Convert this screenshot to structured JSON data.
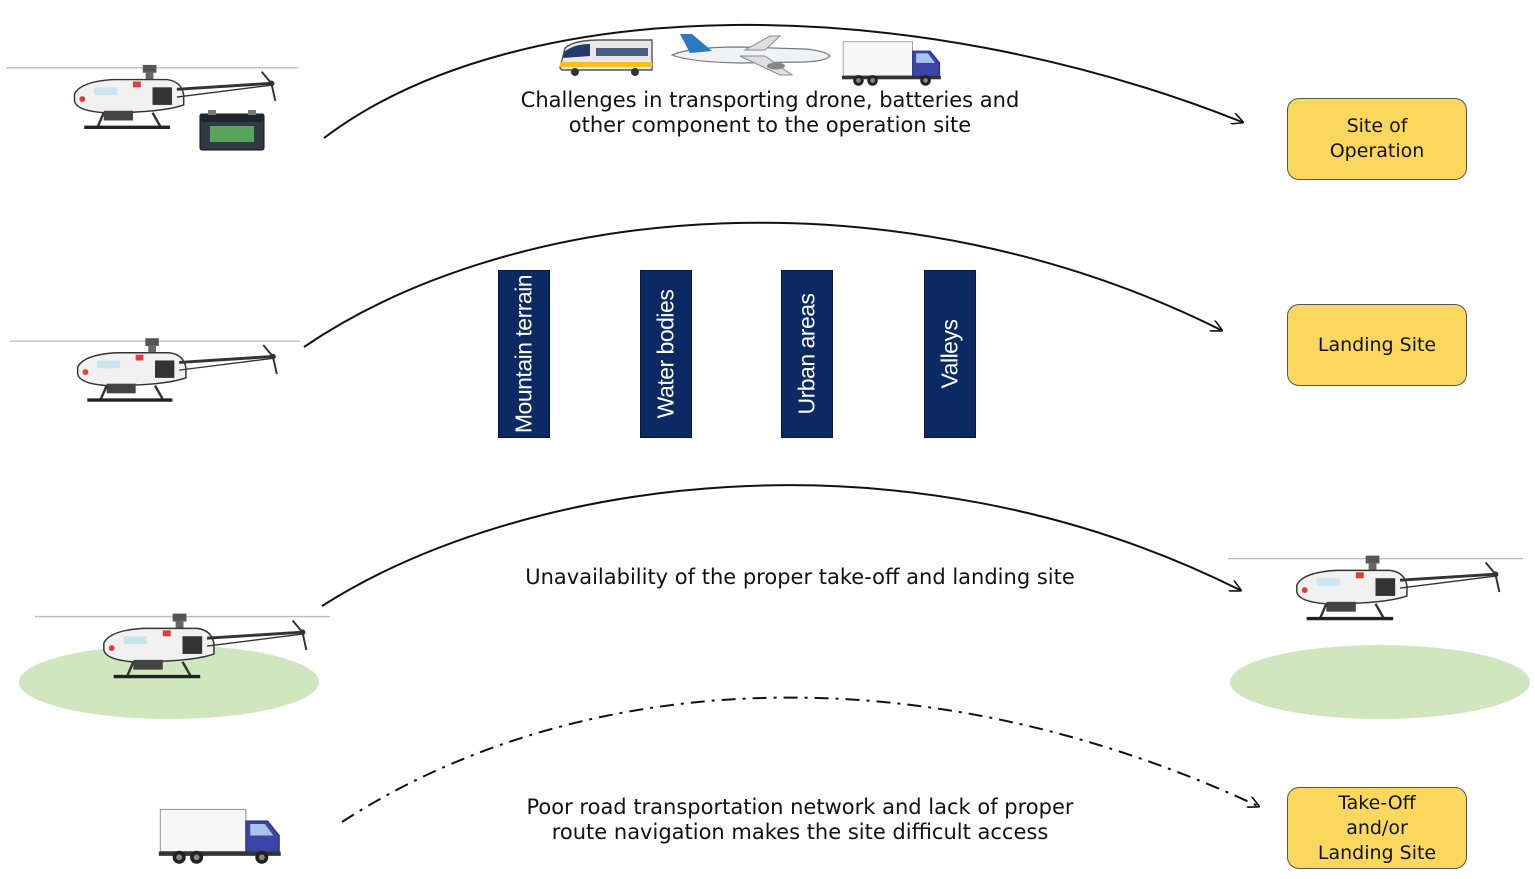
{
  "row1": {
    "caption_line1": "Challenges in transporting drone, batteries and",
    "caption_line2": "other component to the operation site",
    "destination": "Site of\nOperation"
  },
  "row2": {
    "destination": "Landing Site",
    "barriers": [
      "Mountain terrain",
      "Water bodies",
      "Urban areas",
      "Valleys"
    ]
  },
  "row3": {
    "caption": "Unavailability of the proper take-off and landing site"
  },
  "row4": {
    "caption_line1": "Poor road transportation network and lack of proper",
    "caption_line2": "route navigation makes the site difficult access",
    "destination": "Take-Off\nand/or\nLanding Site"
  },
  "colors": {
    "site_box": "#fbd85d",
    "barrier": "#0b2a63",
    "landing_pad": "#cfe6bf",
    "arrow": "#111111"
  },
  "icons": [
    "helicopter-drone-icon",
    "battery-icon",
    "train-icon",
    "airplane-icon",
    "truck-icon",
    "landing-pad-icon"
  ]
}
